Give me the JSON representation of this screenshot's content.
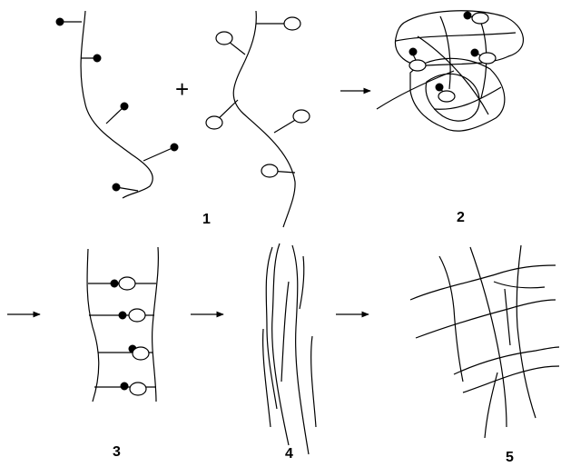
{
  "operator": "+",
  "stages": [
    {
      "id": "1",
      "label": "1"
    },
    {
      "id": "2",
      "label": "2"
    },
    {
      "id": "3",
      "label": "3"
    },
    {
      "id": "4",
      "label": "4"
    },
    {
      "id": "5",
      "label": "5"
    }
  ],
  "colors": {
    "stroke": "#000000",
    "background": "#ffffff"
  }
}
